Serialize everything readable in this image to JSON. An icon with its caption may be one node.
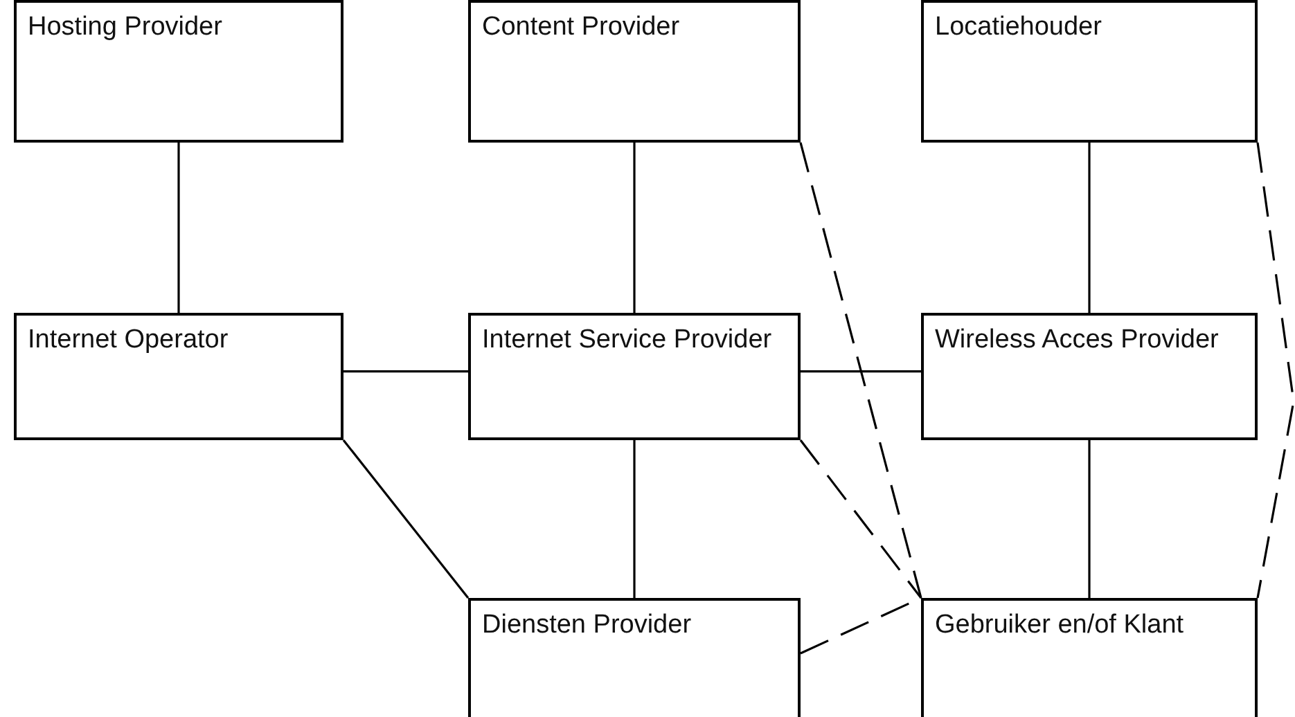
{
  "diagram": {
    "nodes": [
      {
        "text": [
          "Hosting Provider"
        ]
      },
      {
        "text": [
          "Content Provider"
        ]
      },
      {
        "text": [
          "Locatiehouder"
        ]
      },
      {
        "text": [
          "Internet Operator"
        ]
      },
      {
        "text": [
          "Internet Service Provider"
        ]
      },
      {
        "text": [
          "Wireless Acces Provider"
        ]
      },
      {
        "text": [
          "Diensten Provider"
        ]
      },
      {
        "text": [
          "Gebruiker en/of Klant"
        ]
      }
    ],
    "edges": [
      {
        "from": 0,
        "to": 3,
        "arrow": "none"
      },
      {
        "from": 1,
        "to": 4,
        "arrow": "none"
      },
      {
        "from": 2,
        "to": 5,
        "arrow": "none"
      },
      {
        "from": 3,
        "to": 4,
        "arrow": "none"
      },
      {
        "from": 4,
        "to": 5,
        "arrow": "none"
      },
      {
        "from": 4,
        "to": 6,
        "arrow": "none"
      },
      {
        "from": 5,
        "to": 7,
        "arrow": "none"
      },
      {
        "from": 3,
        "to": 6,
        "arrow": "none"
      },
      {
        "from": 1,
        "to": 7,
        "arrow": "none",
        "style": "dashed"
      },
      {
        "from": 4,
        "to": 7,
        "arrow": "none",
        "style": "dashed"
      },
      {
        "from": 6,
        "to": 7,
        "arrow": "none",
        "style": "dashed"
      },
      {
        "from": 2,
        "to": 7,
        "arrow": "none",
        "style": "dashed"
      }
    ]
  }
}
